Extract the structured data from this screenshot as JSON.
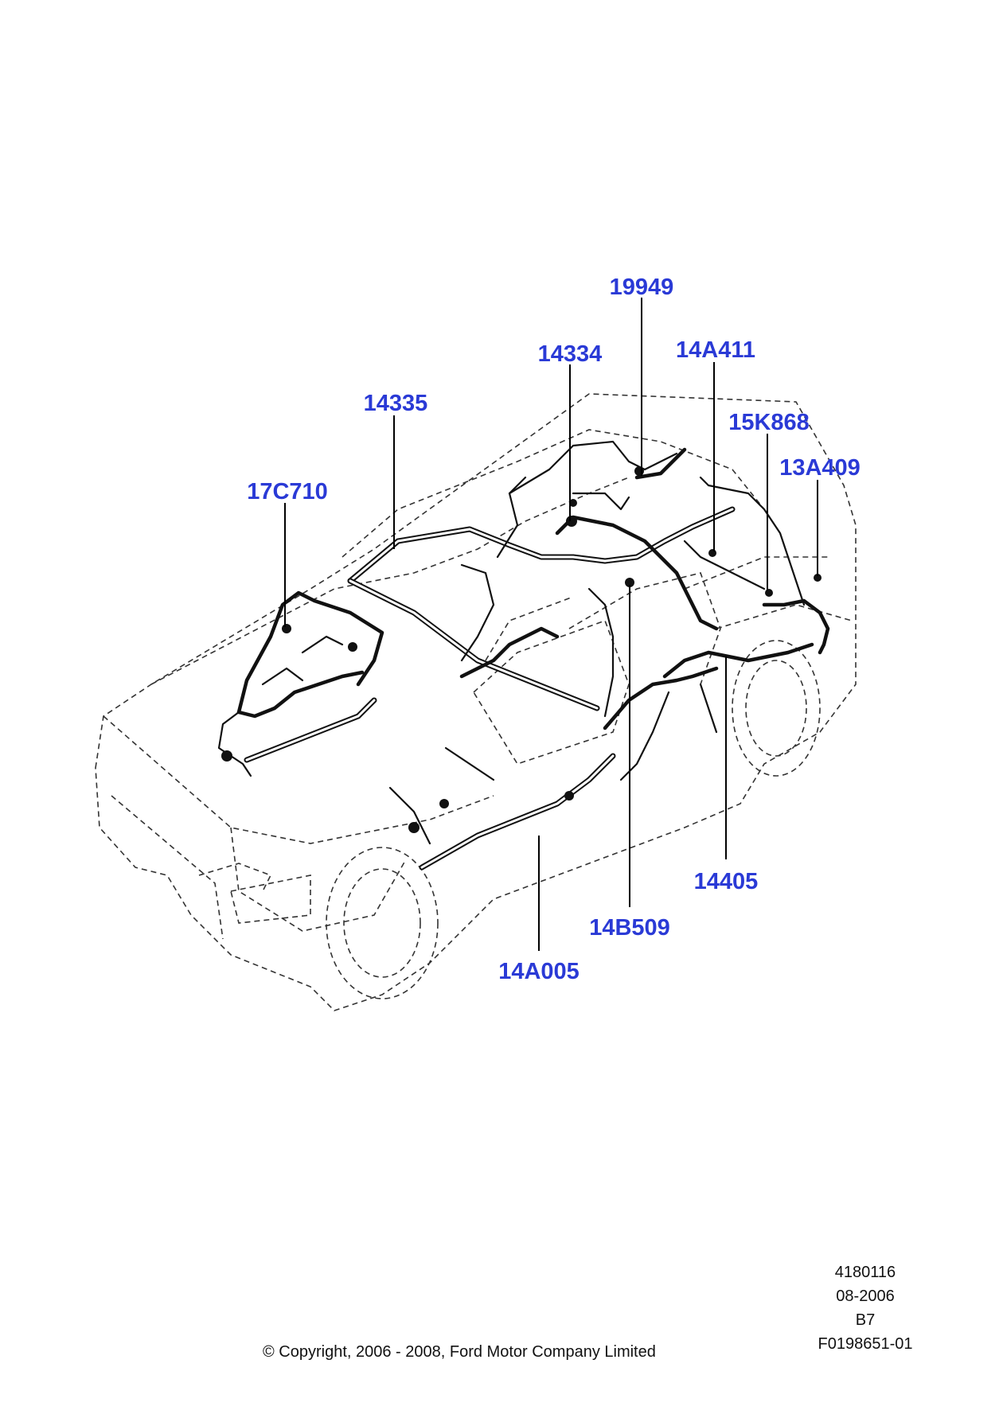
{
  "callouts": [
    {
      "id": "19949",
      "label": "19949"
    },
    {
      "id": "14334",
      "label": "14334"
    },
    {
      "id": "14A411",
      "label": "14A411"
    },
    {
      "id": "14335",
      "label": "14335"
    },
    {
      "id": "15K868",
      "label": "15K868"
    },
    {
      "id": "13A409",
      "label": "13A409"
    },
    {
      "id": "17C710",
      "label": "17C710"
    },
    {
      "id": "14405",
      "label": "14405"
    },
    {
      "id": "14B509",
      "label": "14B509"
    },
    {
      "id": "14A005",
      "label": "14A005"
    }
  ],
  "reference": {
    "illustration_number": "4180116",
    "date": "08-2006",
    "revision": "B7",
    "figure_id": "F0198651-01"
  },
  "copyright": "© Copyright, 2006 - 2008, Ford Motor Company Limited",
  "colors": {
    "callout_text": "#2a3ad6",
    "lines": "#111111"
  }
}
